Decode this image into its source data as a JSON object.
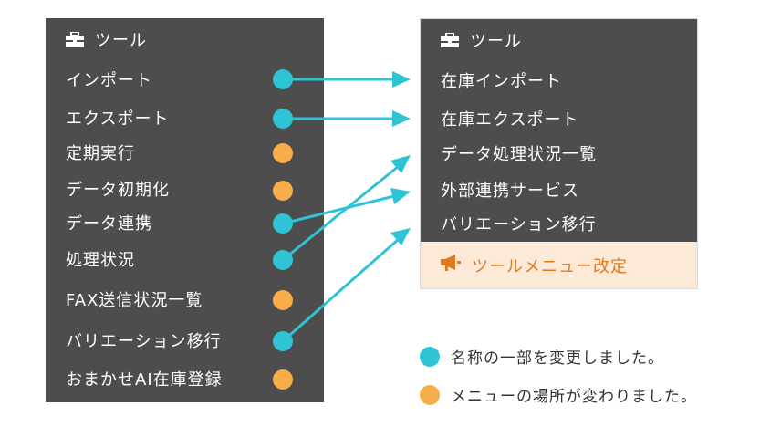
{
  "left_panel": {
    "title": "ツール",
    "items": [
      {
        "label": "インポート",
        "dot": "teal"
      },
      {
        "label": "エクスポート",
        "dot": "teal"
      },
      {
        "label": "定期実行",
        "dot": "orange"
      },
      {
        "label": "データ初期化",
        "dot": "orange"
      },
      {
        "label": "データ連携",
        "dot": "teal"
      },
      {
        "label": "処理状況",
        "dot": "teal"
      },
      {
        "label": "FAX送信状況一覧",
        "dot": "orange"
      },
      {
        "label": "バリエーション移行",
        "dot": "teal"
      },
      {
        "label": "おまかせAI在庫登録",
        "dot": "orange"
      }
    ]
  },
  "right_panel": {
    "title": "ツール",
    "items": [
      {
        "label": "在庫インポート"
      },
      {
        "label": "在庫エクスポート"
      },
      {
        "label": "データ処理状況一覧"
      },
      {
        "label": "外部連携サービス"
      },
      {
        "label": "バリエーション移行"
      }
    ],
    "highlight": {
      "label": "ツールメニュー改定",
      "icon": "megaphone-icon"
    }
  },
  "legend": [
    {
      "color_key": "teal",
      "label": "名称の一部を変更しました。"
    },
    {
      "color_key": "orange",
      "label": "メニューの場所が変わりました。"
    }
  ],
  "colors": {
    "teal": "#2ec4d6",
    "orange": "#f7ad4a",
    "panel": "#4d4d4d",
    "highlight_bg": "#fce9d8",
    "highlight_text": "#e07a1f"
  },
  "mappings": [
    {
      "from": "インポート",
      "to": "在庫インポート"
    },
    {
      "from": "エクスポート",
      "to": "在庫エクスポート"
    },
    {
      "from": "データ連携",
      "to": "外部連携サービス"
    },
    {
      "from": "処理状況",
      "to": "データ処理状況一覧"
    },
    {
      "from": "バリエーション移行",
      "to": "バリエーション移行"
    }
  ]
}
